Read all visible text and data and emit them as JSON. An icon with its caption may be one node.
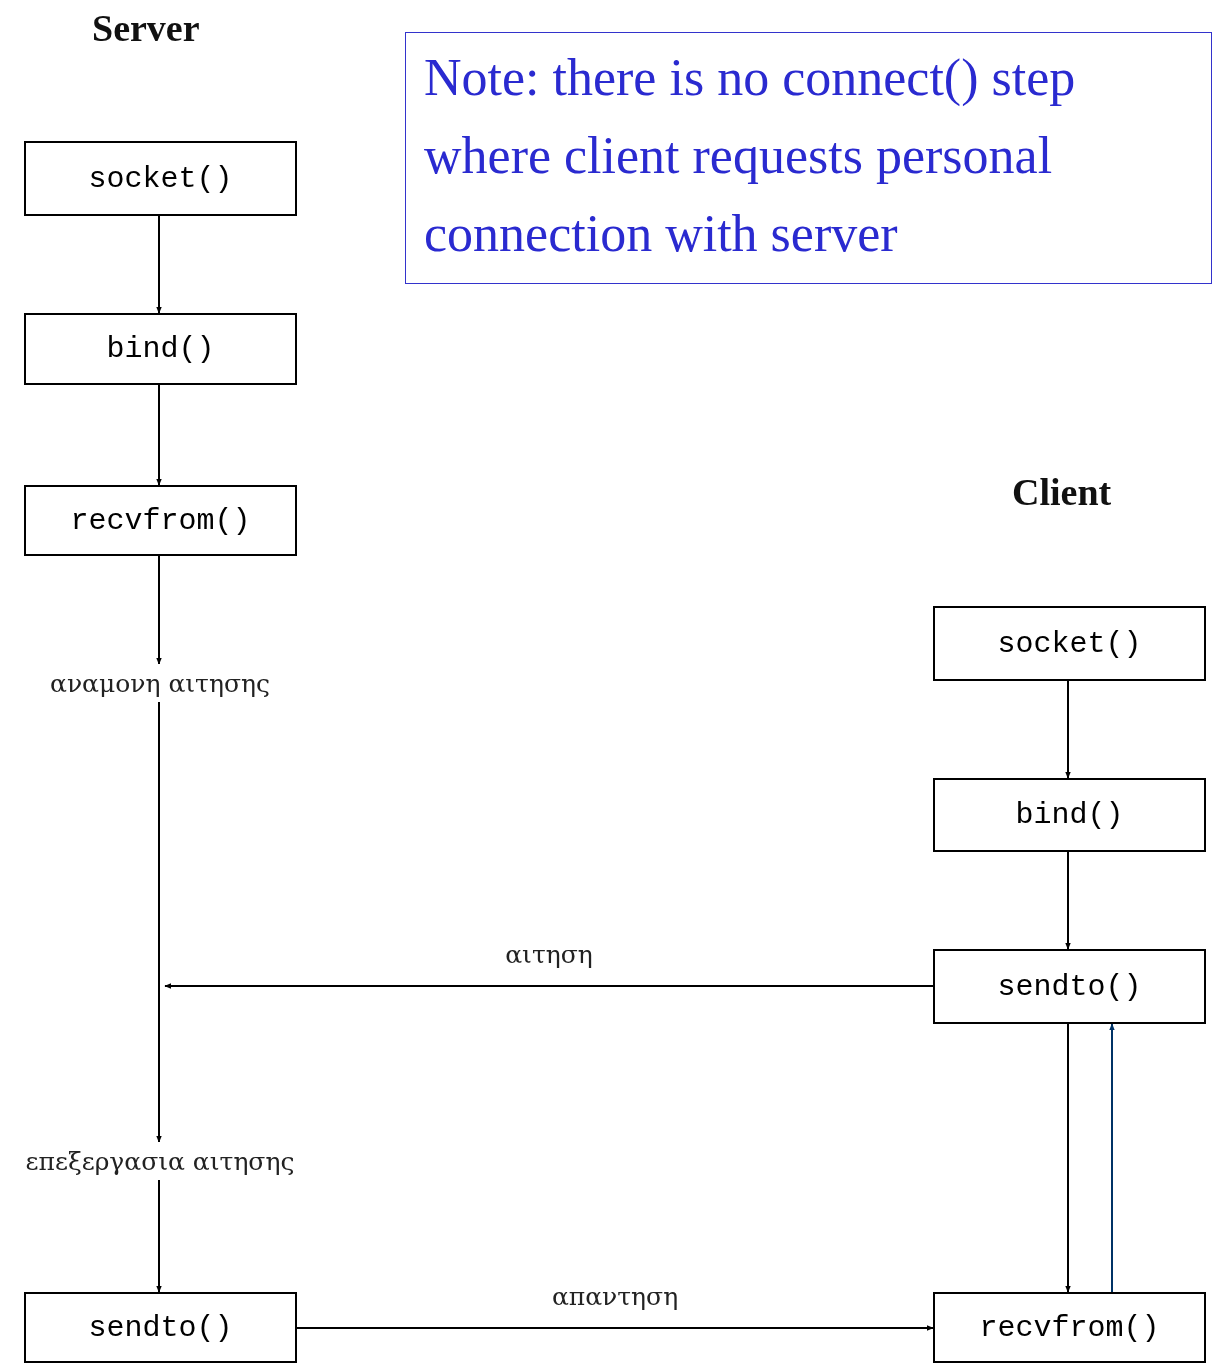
{
  "diagram": {
    "nodes": [
      {
        "text": [
          "socket()"
        ]
      },
      {
        "text": [
          "bind()"
        ]
      },
      {
        "text": [
          "recvfrom()"
        ]
      },
      {
        "text": [
          "αναμονη αιτησης"
        ]
      },
      {
        "text": [
          "επεξεργασια αιτησης"
        ]
      },
      {
        "text": [
          "sendto()"
        ]
      },
      {
        "text": [
          "Note: there is no connect() step where client requests personal connection with server"
        ]
      },
      {
        "text": [
          "socket()"
        ]
      },
      {
        "text": [
          "bind()"
        ]
      },
      {
        "text": [
          "sendto()"
        ]
      },
      {
        "text": [
          "recvfrom()"
        ]
      }
    ],
    "edges": [
      {
        "from": 0,
        "to": 1,
        "arrow": "to"
      },
      {
        "from": 1,
        "to": 2,
        "arrow": "to"
      },
      {
        "from": 2,
        "to": 3,
        "arrow": "to"
      },
      {
        "from": 3,
        "to": 4,
        "arrow": "to"
      },
      {
        "from": 4,
        "to": 5,
        "arrow": "to"
      },
      {
        "from": 7,
        "to": 8,
        "arrow": "to"
      },
      {
        "from": 8,
        "to": 9,
        "arrow": "to"
      },
      {
        "from": 9,
        "to": null,
        "label": "αιτηση",
        "arrow": "to"
      },
      {
        "from": 9,
        "to": 10,
        "arrow": "to"
      },
      {
        "from": 10,
        "to": 9,
        "arrow": "to",
        "color": "#003366"
      },
      {
        "from": 5,
        "to": 10,
        "label": "απαντηση",
        "arrow": "to"
      }
    ],
    "labels": [
      "Server",
      "Client"
    ]
  }
}
